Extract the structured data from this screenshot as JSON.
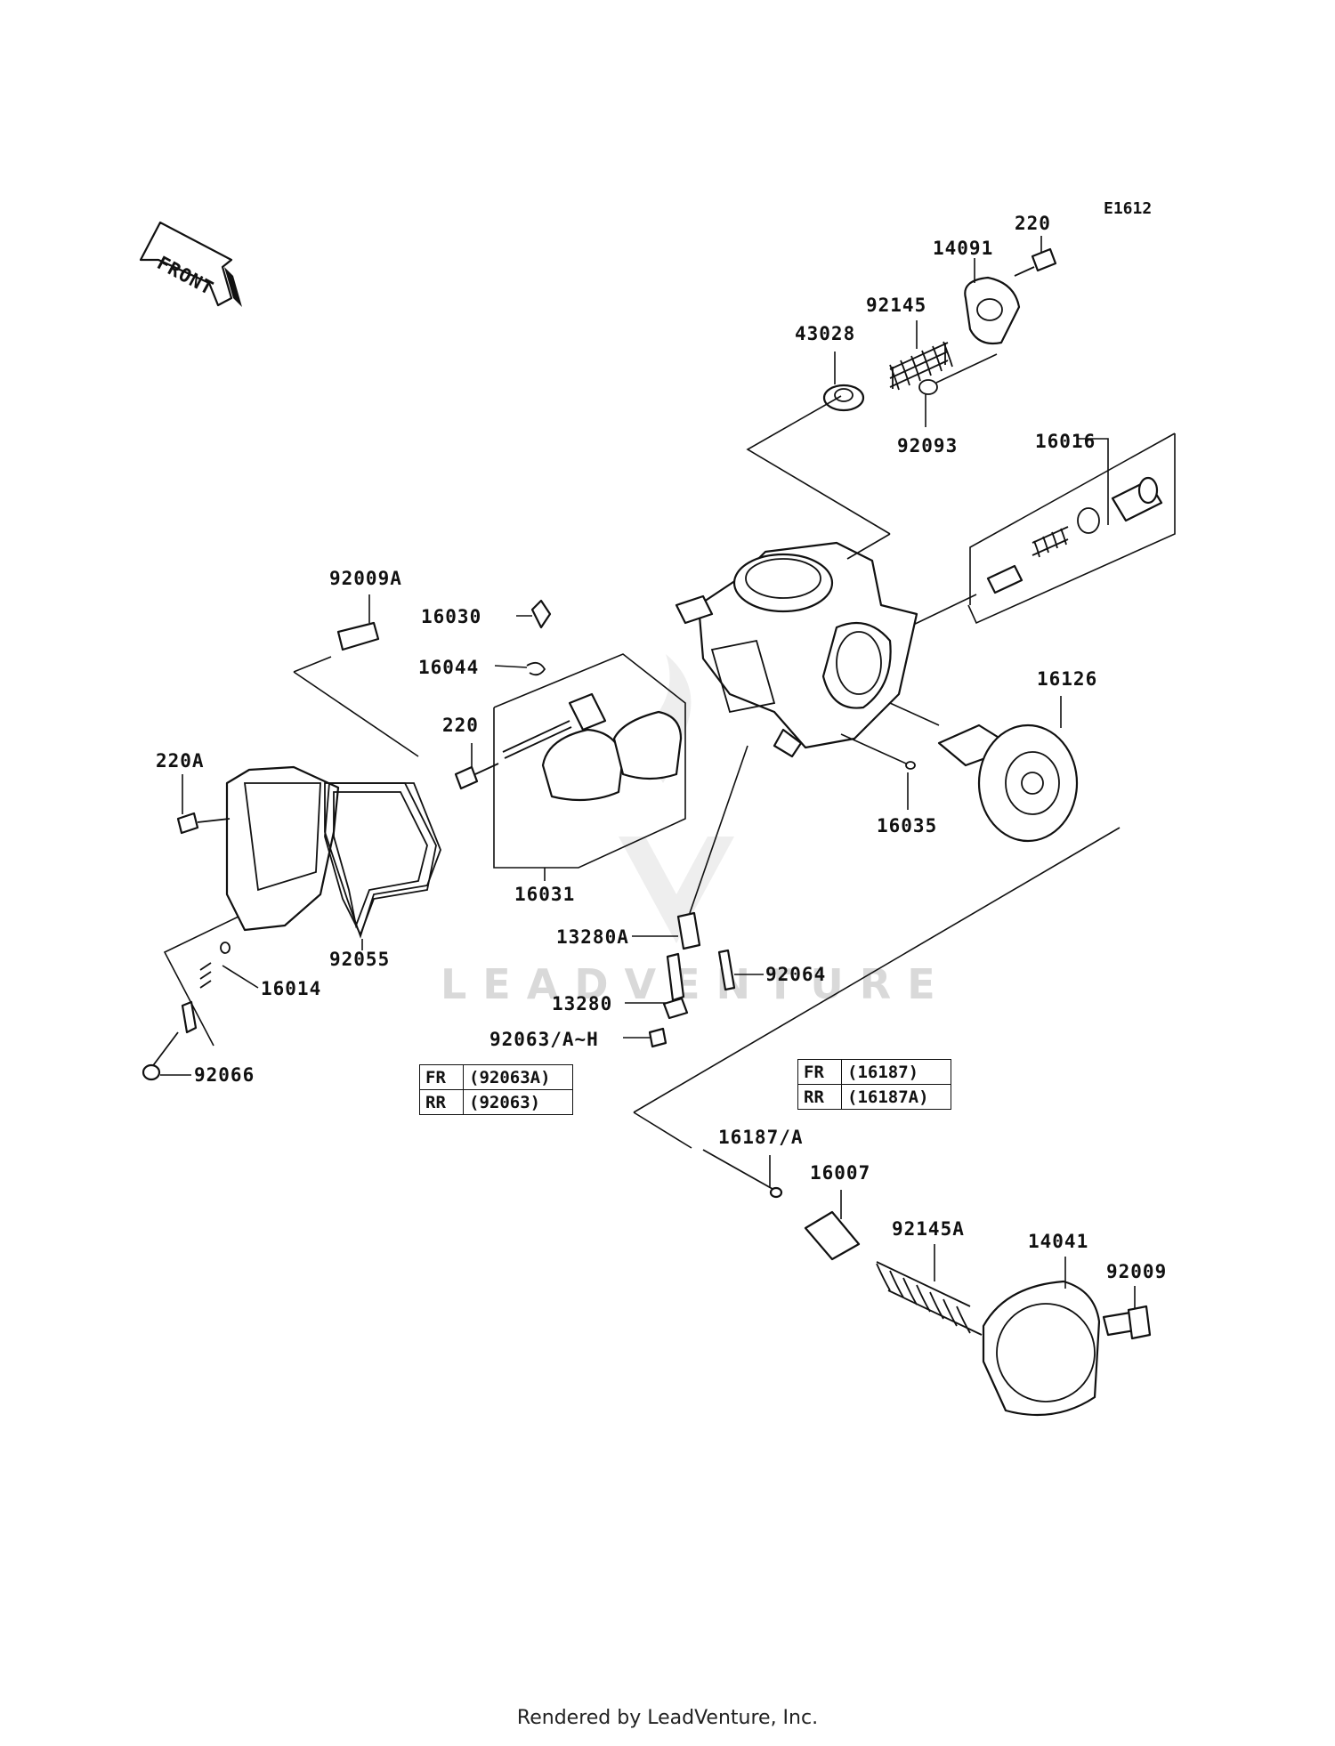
{
  "diagram_code": "E1612",
  "front_label": "FRONT",
  "watermark": "LEADVENTURE",
  "footer": "Rendered by LeadVenture, Inc.",
  "labels": {
    "p220_top": "220",
    "p14091": "14091",
    "p92145": "92145",
    "p43028": "43028",
    "p92093": "92093",
    "p16016": "16016",
    "p92009A": "92009A",
    "p16030": "16030",
    "p16044": "16044",
    "p220_mid": "220",
    "p220A": "220A",
    "p16126": "16126",
    "p16035": "16035",
    "p16031": "16031",
    "p92055": "92055",
    "p16014": "16014",
    "p13280A": "13280A",
    "p92064": "92064",
    "p13280": "13280",
    "p92063": "92063/A~H",
    "p92066": "92066",
    "p16187": "16187/A",
    "p16007": "16007",
    "p92145A": "92145A",
    "p14041": "14041",
    "p92009": "92009"
  },
  "table_left": {
    "rows": [
      {
        "pos": "FR",
        "part": "(92063A)"
      },
      {
        "pos": "RR",
        "part": "(92063)"
      }
    ]
  },
  "table_right": {
    "rows": [
      {
        "pos": "FR",
        "part": "(16187)"
      },
      {
        "pos": "RR",
        "part": "(16187A)"
      }
    ]
  }
}
